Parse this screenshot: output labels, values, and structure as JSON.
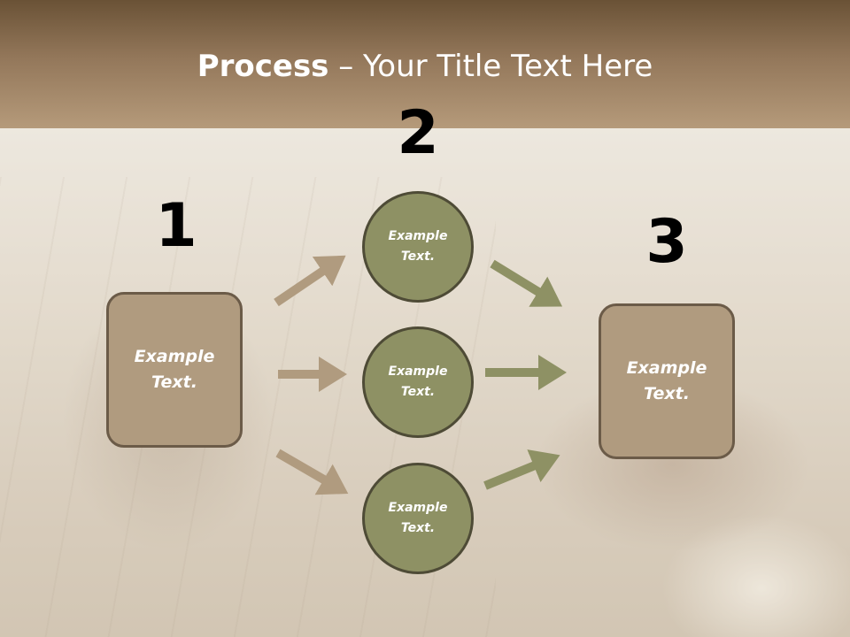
{
  "slide": {
    "title_bold": "Process",
    "title_rest": " – Your Title Text Here"
  },
  "steps": [
    {
      "number": "1",
      "text": "Example\nText."
    },
    {
      "number": "2"
    },
    {
      "number": "3",
      "text": "Example\nText."
    }
  ],
  "circles": [
    {
      "text": "Example\nText."
    },
    {
      "text": "Example\nText."
    },
    {
      "text": "Example\nText."
    }
  ],
  "colors": {
    "title_bar": "#93775a",
    "box_fill": "#b09b7f",
    "circle_fill": "#8e9164",
    "arrow_tan": "#b09b7f",
    "arrow_olive": "#8e9164"
  }
}
